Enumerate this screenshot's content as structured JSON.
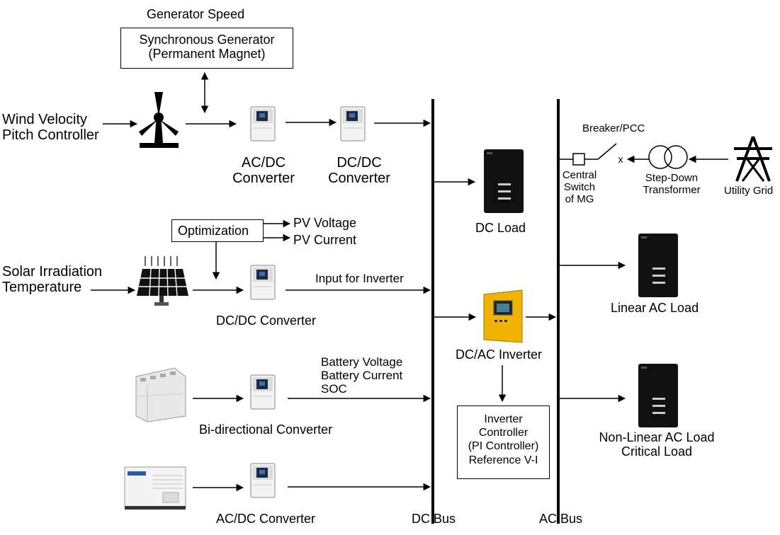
{
  "wind": {
    "generator_speed": "Generator Speed",
    "generator_line1": "Synchronous Generator",
    "generator_line2": "(Permanent Magnet)",
    "input_line1": "Wind Velocity",
    "input_line2": "Pitch Controller",
    "acdc_line1": "AC/DC",
    "acdc_line2": "Converter",
    "dcdc_line1": "DC/DC",
    "dcdc_line2": "Converter"
  },
  "solar": {
    "optimization": "Optimization",
    "pv_voltage": "PV Voltage",
    "pv_current": "PV Current",
    "input_line1": "Solar Irradiation",
    "input_line2": "Temperature",
    "input_for_inverter": "Input for Inverter",
    "converter": "DC/DC Converter"
  },
  "battery": {
    "voltage": "Battery Voltage",
    "current": "Battery Current",
    "soc": "SOC",
    "converter": "Bi-directional Converter"
  },
  "diesel": {
    "converter": "AC/DC Converter"
  },
  "center": {
    "dc_load": "DC Load",
    "inverter": "DC/AC Inverter",
    "controller_line1": "Inverter",
    "controller_line2": "Controller",
    "controller_line3": "(PI Controller)",
    "controller_line4": "Reference V-I"
  },
  "grid": {
    "breaker": "Breaker/PCC",
    "switch_line1": "Central",
    "switch_line2": "Switch",
    "switch_line3": "of MG",
    "transformer_line1": "Step-Down",
    "transformer_line2": "Transformer",
    "utility": "Utility Grid"
  },
  "loads": {
    "linear": "Linear AC Load",
    "nonlinear_line1": "Non-Linear AC Load",
    "nonlinear_line2": "Critical Load"
  },
  "buses": {
    "dc": "DC Bus",
    "ac": "AC Bus"
  },
  "colors": {
    "line": "#000000",
    "device_body": "#f2f2f2",
    "device_panel": "#1a2a40",
    "load_cabinet": "#111111",
    "inverter_body": "#f0b400",
    "battery_body": "#e8e8e8",
    "genset_body": "#f4f4f4"
  },
  "icons": {
    "wind_turbine": "wind-turbine-icon",
    "solar_panel": "solar-panel-icon",
    "battery_bank": "battery-bank-icon",
    "diesel_generator": "diesel-generator-icon",
    "converter_unit": "converter-unit-icon",
    "load_cabinet": "load-cabinet-icon",
    "inverter": "inverter-icon",
    "transformer": "transformer-icon",
    "transmission_tower": "transmission-tower-icon"
  }
}
